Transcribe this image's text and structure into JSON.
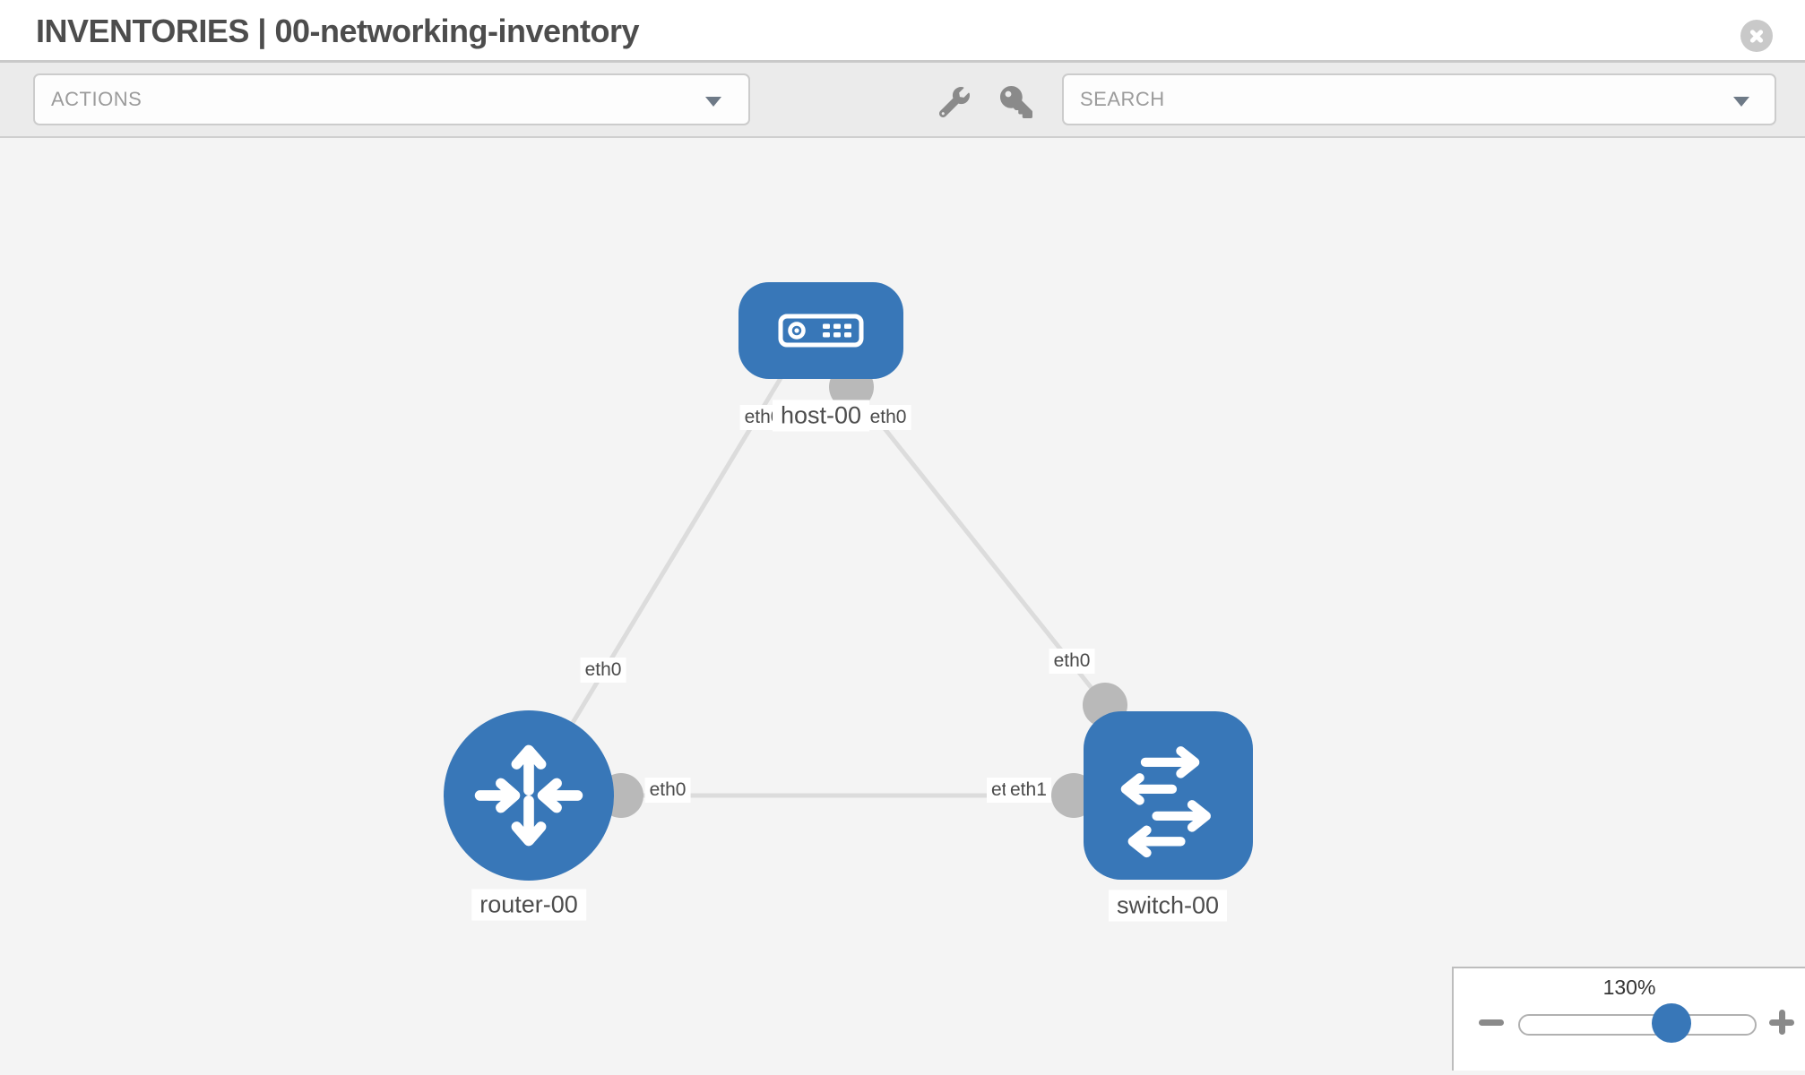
{
  "header": {
    "title": "INVENTORIES | 00-networking-inventory",
    "close_icon": "close-icon"
  },
  "toolbar": {
    "actions_label": "ACTIONS",
    "search_placeholder": "SEARCH",
    "tool_icons": [
      "wrench-icon",
      "key-icon"
    ],
    "dropdown_icon": "chevron-down-icon"
  },
  "topology": {
    "nodes": [
      {
        "id": "host-00",
        "type": "host",
        "label": "host-00",
        "icon": "host-icon"
      },
      {
        "id": "router-00",
        "type": "router",
        "label": "router-00",
        "icon": "router-icon"
      },
      {
        "id": "switch-00",
        "type": "switch",
        "label": "switch-00",
        "icon": "switch-icon"
      }
    ],
    "links": [
      {
        "source": "host-00",
        "target": "router-00",
        "source_label": "eth0",
        "target_label": "eth0"
      },
      {
        "source": "host-00",
        "target": "switch-00",
        "source_label": "eth0",
        "target_label": "eth0"
      },
      {
        "source": "router-00",
        "target": "switch-00",
        "source_label": "eth0",
        "target_label": "eth1",
        "target_label_behind": "eth0"
      }
    ],
    "colors": {
      "node_fill": "#3877b8",
      "link": "#dcdcdc",
      "interface_dot": "#b9b9b9",
      "label_text": "#4a4a4a"
    }
  },
  "zoom_control": {
    "value": "130%",
    "percent": 64,
    "minus_icon": "minus-icon",
    "plus_icon": "plus-icon"
  }
}
